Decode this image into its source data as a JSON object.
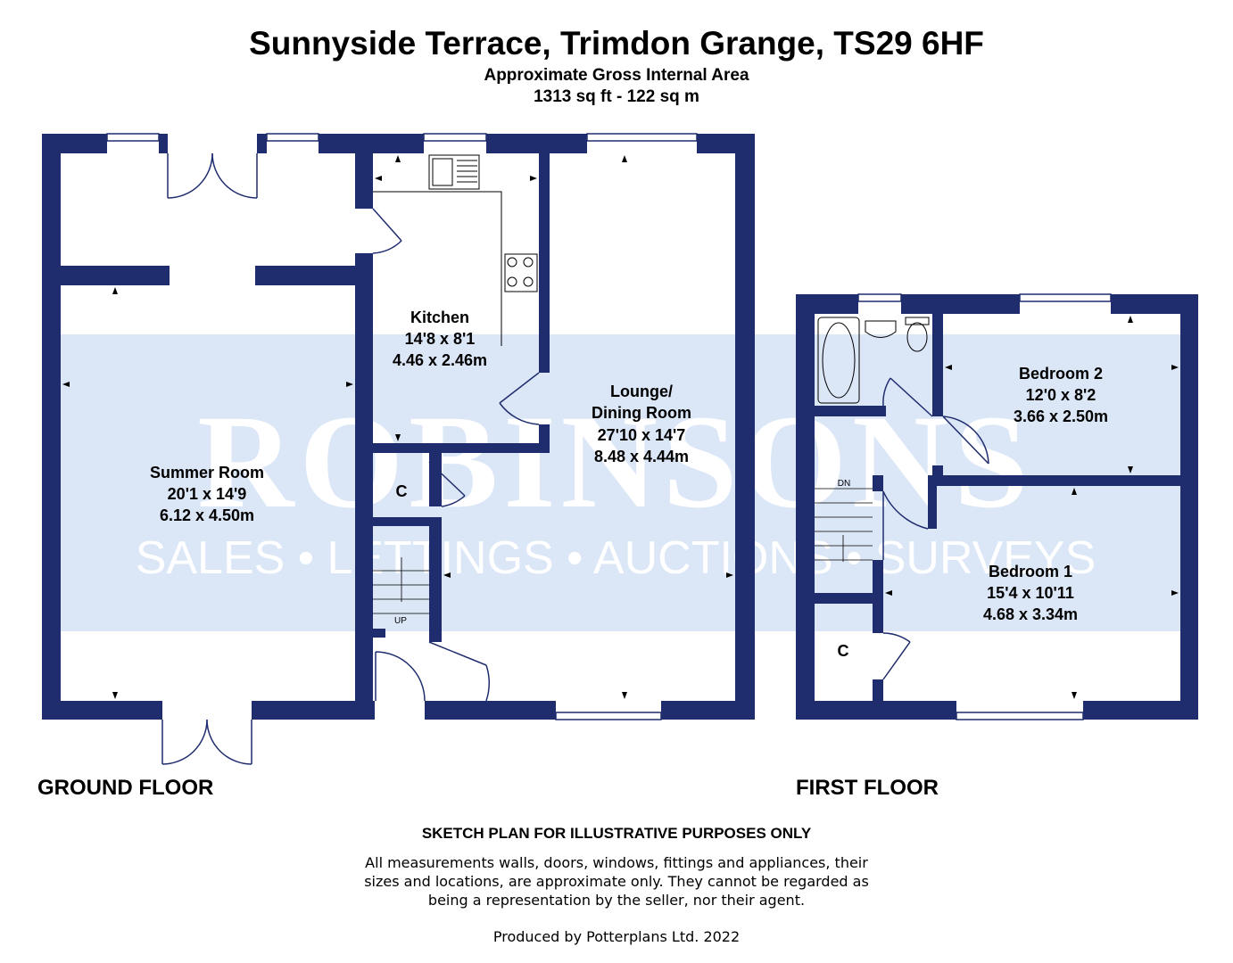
{
  "header": {
    "title": "Sunnyside Terrace, Trimdon Grange, TS29 6HF",
    "subtitle": "Approximate Gross Internal Area",
    "area": "1313 sq ft - 122 sq m"
  },
  "watermark": {
    "brand": "ROBINSONS",
    "tagline": "SALES • LETTINGS • AUCTIONS • SURVEYS"
  },
  "ground_floor": {
    "label": "GROUND FLOOR",
    "rooms": [
      {
        "name": "Kitchen",
        "imperial": "14'8 x 8'1",
        "metric": "4.46 x 2.46m"
      },
      {
        "name_line1": "Lounge/",
        "name_line2": "Dining Room",
        "imperial": "27'10 x 14'7",
        "metric": "8.48 x 4.44m"
      },
      {
        "name": "Summer Room",
        "imperial": "20'1 x 14'9",
        "metric": "6.12 x 4.50m"
      }
    ],
    "cupboard": "C",
    "stairs": "UP"
  },
  "first_floor": {
    "label": "FIRST FLOOR",
    "rooms": [
      {
        "name": "Bedroom 2",
        "imperial": "12'0 x 8'2",
        "metric": "3.66 x 2.50m"
      },
      {
        "name": "Bedroom 1",
        "imperial": "15'4 x 10'11",
        "metric": "4.68 x 3.34m"
      }
    ],
    "cupboard": "C",
    "stairs": "DN"
  },
  "footer": {
    "disclaimer_title": "SKETCH PLAN FOR ILLUSTRATIVE PURPOSES ONLY",
    "disclaimer_line1": "All measurements walls, doors, windows, fittings and appliances, their",
    "disclaimer_line2": "sizes and locations, are approximate only. They cannot be regarded as",
    "disclaimer_line3": "being a representation by the seller, nor their agent.",
    "produced_by": "Produced by Potterplans Ltd. 2022"
  },
  "colors": {
    "wall": "#1f2d6e",
    "watermark_band": "#dbe6f7",
    "watermark_text": "#ffffff"
  }
}
